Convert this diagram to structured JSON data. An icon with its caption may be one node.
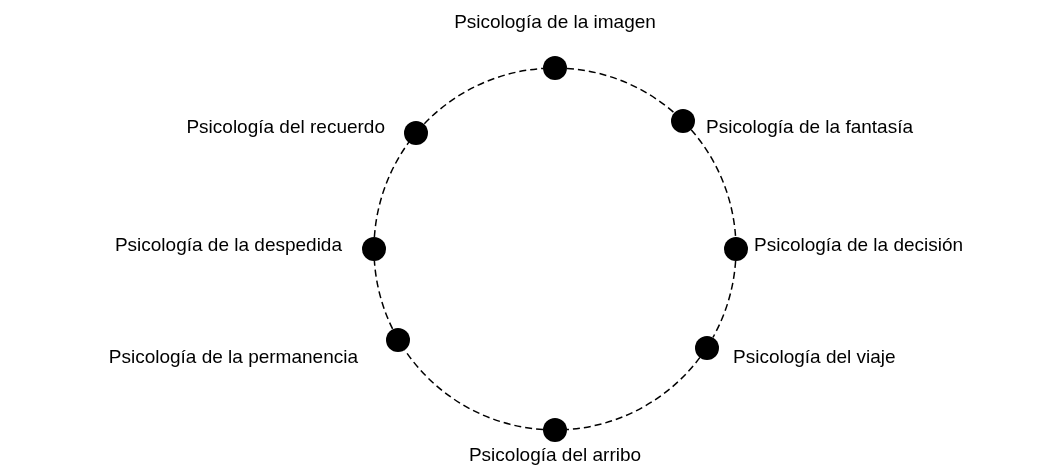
{
  "diagram": {
    "nodes": [
      {
        "text": [],
        "shape": "circle",
        "beside": [
          "Psicología de la imagen"
        ]
      },
      {
        "text": [],
        "shape": "circle",
        "beside": [
          "Psicología de la fantasía"
        ]
      },
      {
        "text": [],
        "shape": "circle",
        "beside": [
          "Psicología de la decisión"
        ]
      },
      {
        "text": [],
        "shape": "circle",
        "beside": [
          "Psicología del viaje"
        ]
      },
      {
        "text": [],
        "shape": "circle",
        "beside": [
          "Psicología del arribo"
        ]
      },
      {
        "text": [],
        "shape": "circle",
        "beside": [
          "Psicología de la permanencia"
        ]
      },
      {
        "text": [],
        "shape": "circle",
        "beside": [
          "Psicología de la despedida"
        ]
      },
      {
        "text": [],
        "shape": "circle",
        "beside": [
          "Psicología del recuerdo"
        ]
      }
    ],
    "edges": [
      {
        "from": 0,
        "to": 1,
        "arrow": "none",
        "style": "dashed"
      },
      {
        "from": 1,
        "to": 2,
        "arrow": "none",
        "style": "dashed"
      },
      {
        "from": 2,
        "to": 3,
        "arrow": "none",
        "style": "dashed"
      },
      {
        "from": 3,
        "to": 4,
        "arrow": "none",
        "style": "dashed"
      },
      {
        "from": 4,
        "to": 5,
        "arrow": "none",
        "style": "dashed"
      },
      {
        "from": 5,
        "to": 6,
        "arrow": "none",
        "style": "dashed"
      },
      {
        "from": 6,
        "to": 7,
        "arrow": "none",
        "style": "dashed"
      },
      {
        "from": 7,
        "to": 0,
        "arrow": "none",
        "style": "dashed"
      }
    ]
  }
}
